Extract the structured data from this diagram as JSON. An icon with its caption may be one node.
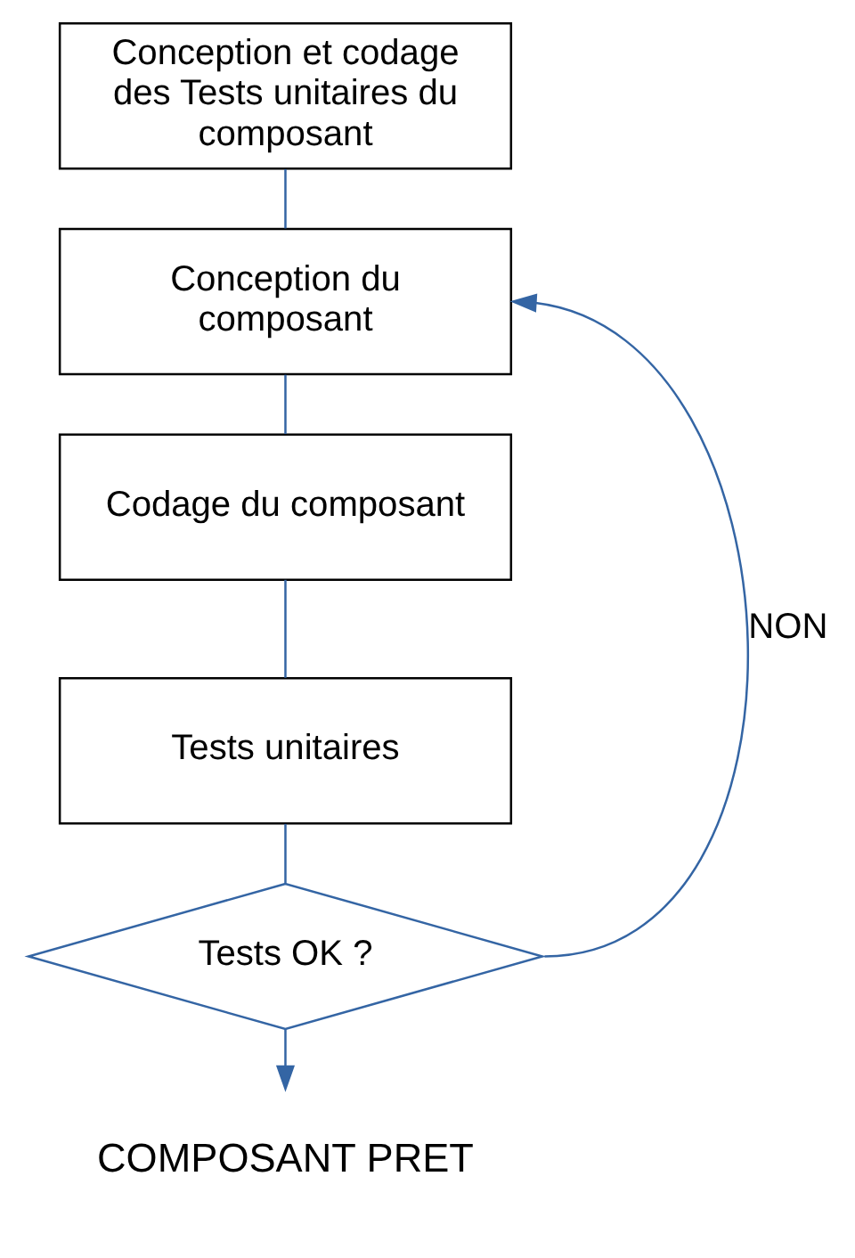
{
  "diagram": {
    "nodes": [
      {
        "text": [
          "Conception et codage des Tests unitaires du composant"
        ]
      },
      {
        "text": [
          "Conception du composant"
        ]
      },
      {
        "text": [
          "Codage du composant"
        ]
      },
      {
        "text": [
          "Tests unitaires"
        ]
      },
      {
        "text": [
          "Tests OK ?"
        ]
      },
      {
        "text": [
          "COMPOSANT PRET"
        ]
      }
    ],
    "edges": [
      {
        "from": 0,
        "to": 1,
        "arrow": "none"
      },
      {
        "from": 1,
        "to": 2,
        "arrow": "none"
      },
      {
        "from": 2,
        "to": 3,
        "arrow": "none"
      },
      {
        "from": 3,
        "to": 4,
        "arrow": "none"
      },
      {
        "from": 4,
        "to": 5,
        "arrow": "to"
      },
      {
        "from": 4,
        "to": 1,
        "arrow": "to",
        "label": "NON"
      }
    ]
  }
}
